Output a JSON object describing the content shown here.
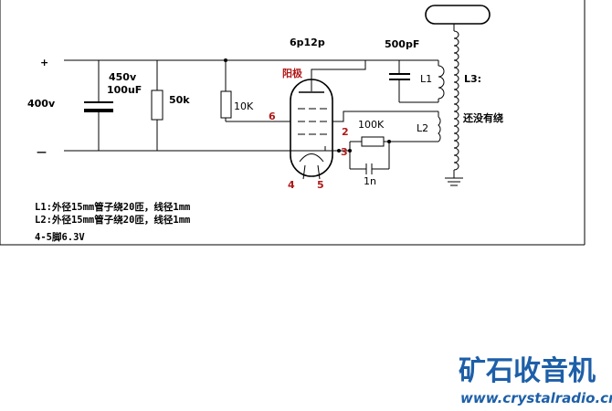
{
  "labels": {
    "plus": "+",
    "minus": "—",
    "supply": "400v",
    "cap_main_voltage": "450v",
    "cap_main_value": "100uF",
    "res_50k": "50k",
    "res_10k": "10K",
    "tube": "6p12p",
    "cap_500pf": "500pF",
    "anode": "阳极",
    "l1": "L1",
    "l2": "L2",
    "l3": "L3:",
    "l3_note": "还没有绕",
    "res_100k": "100K",
    "cap_1n": "1n",
    "pin6": "6",
    "pin2": "2",
    "pin3": "3",
    "pin4": "4",
    "pin5": "5"
  },
  "notes": [
    "L1:外径15mm管子绕20匝，线径1mm",
    "L2:外径15mm管子绕20匝，线径1mm",
    "4-5脚6.3V"
  ],
  "watermark": {
    "brand": "矿石收音机",
    "url": "www.crystalradio.cn"
  },
  "colors": {
    "pin_labels": "#b01818",
    "watermark": "#1d5fa8",
    "lines": "#000000"
  }
}
